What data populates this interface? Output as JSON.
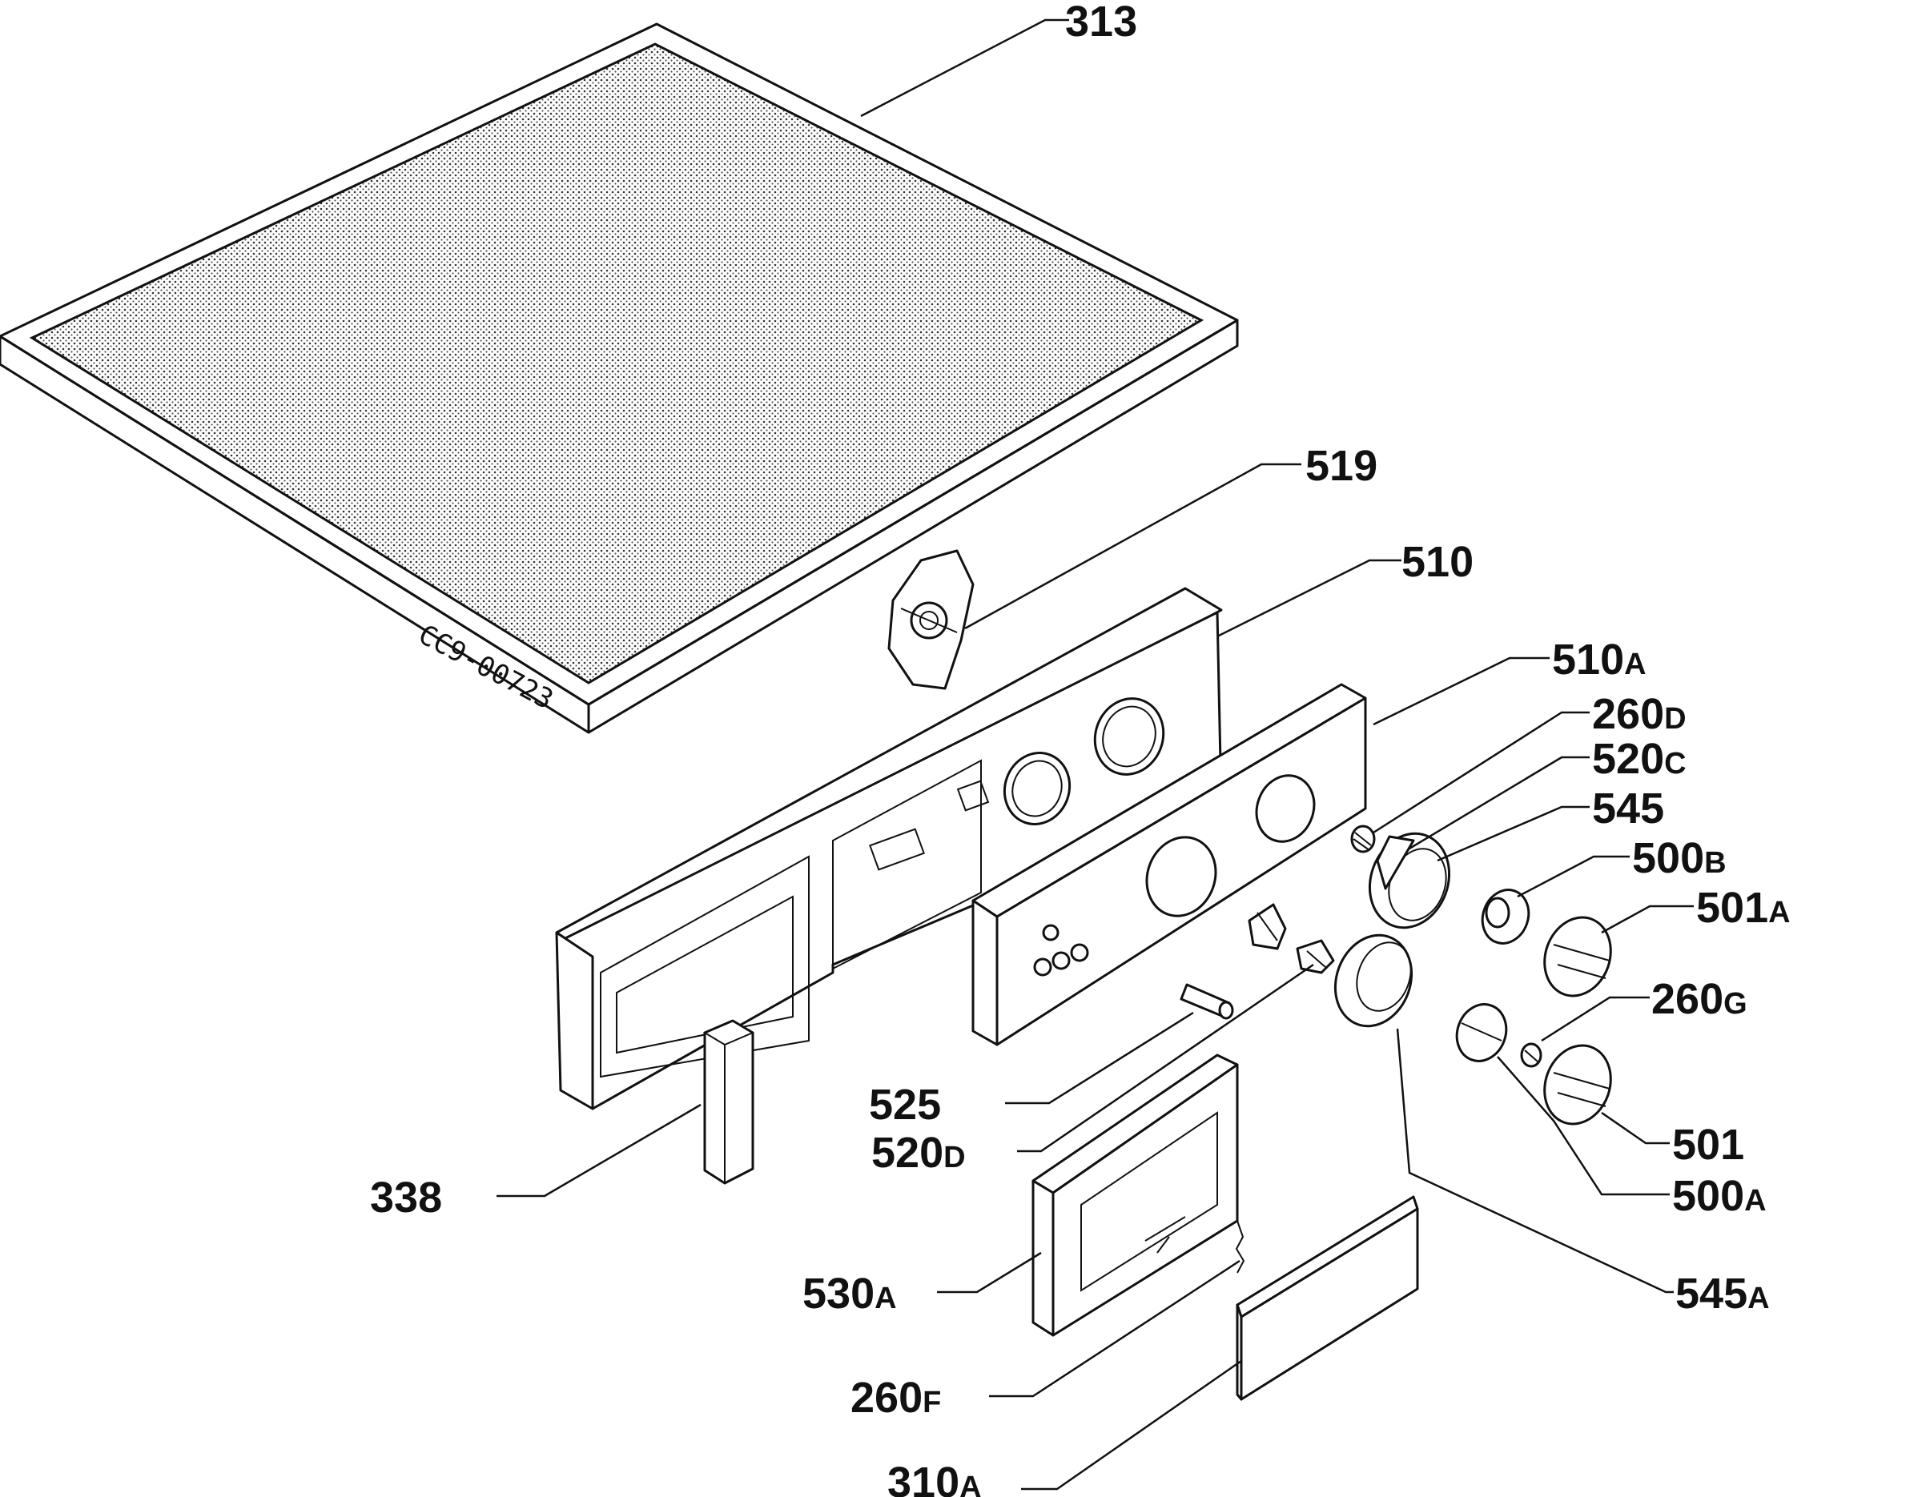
{
  "drawing_code": "CC9-00723",
  "labels": [
    {
      "num": "313",
      "suf": ""
    },
    {
      "num": "519",
      "suf": ""
    },
    {
      "num": "510",
      "suf": ""
    },
    {
      "num": "510",
      "suf": "A"
    },
    {
      "num": "260",
      "suf": "D"
    },
    {
      "num": "520",
      "suf": "C"
    },
    {
      "num": "545",
      "suf": ""
    },
    {
      "num": "500",
      "suf": "B"
    },
    {
      "num": "501",
      "suf": "A"
    },
    {
      "num": "260",
      "suf": "G"
    },
    {
      "num": "501",
      "suf": ""
    },
    {
      "num": "500",
      "suf": "A"
    },
    {
      "num": "545",
      "suf": "A"
    },
    {
      "num": "525",
      "suf": ""
    },
    {
      "num": "520",
      "suf": "D"
    },
    {
      "num": "338",
      "suf": ""
    },
    {
      "num": "530",
      "suf": "A"
    },
    {
      "num": "260",
      "suf": "F"
    },
    {
      "num": "310",
      "suf": "A"
    }
  ]
}
